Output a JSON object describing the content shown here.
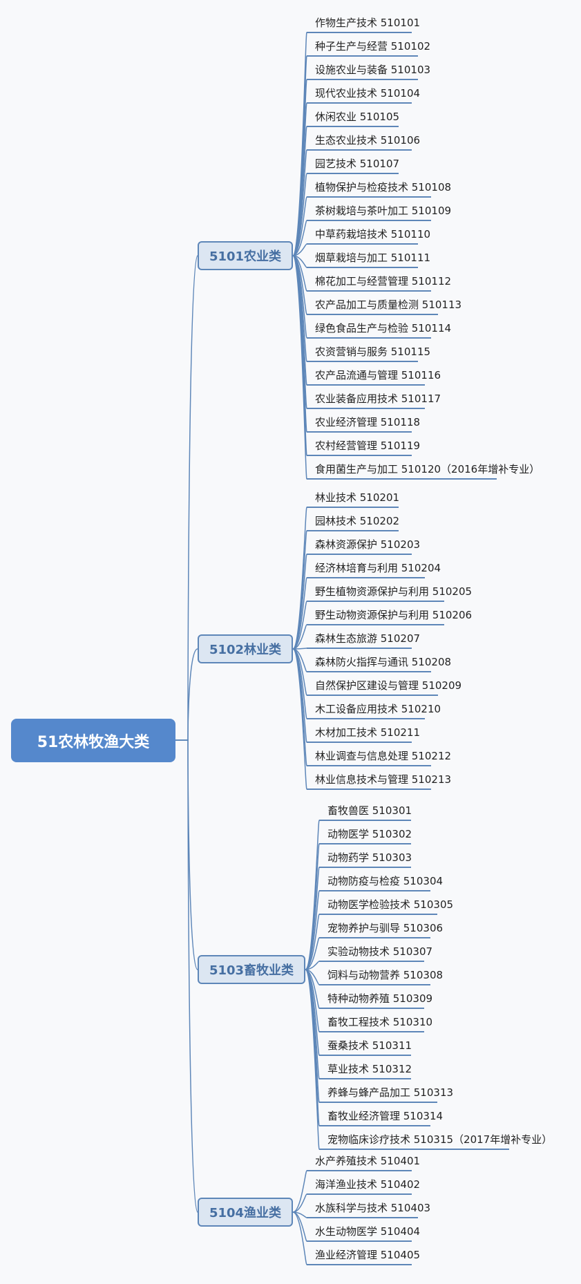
{
  "root": {
    "label": "51农林牧渔大类"
  },
  "colors": {
    "root_bg": "#5588cc",
    "category_bg": "#dce6f2",
    "line": "#5d86b8",
    "category_text": "#466fa2"
  },
  "categories": [
    {
      "label": "5101农业类",
      "items": [
        "作物生产技术 510101",
        "种子生产与经营 510102",
        "设施农业与装备 510103",
        "现代农业技术 510104",
        "休闲农业 510105",
        "生态农业技术 510106",
        "园艺技术 510107",
        "植物保护与检疫技术 510108",
        "茶树栽培与茶叶加工 510109",
        "中草药栽培技术 510110",
        "烟草栽培与加工 510111",
        "棉花加工与经营管理 510112",
        "农产品加工与质量检测 510113",
        "绿色食品生产与检验 510114",
        "农资营销与服务 510115",
        "农产品流通与管理 510116",
        "农业装备应用技术 510117",
        "农业经济管理 510118",
        "农村经营管理 510119",
        "食用菌生产与加工 510120（2016年增补专业）"
      ]
    },
    {
      "label": "5102林业类",
      "items": [
        "林业技术 510201",
        "园林技术 510202",
        "森林资源保护 510203",
        "经济林培育与利用 510204",
        "野生植物资源保护与利用 510205",
        "野生动物资源保护与利用 510206",
        "森林生态旅游 510207",
        "森林防火指挥与通讯 510208",
        "自然保护区建设与管理 510209",
        "木工设备应用技术 510210",
        "木材加工技术 510211",
        "林业调查与信息处理 510212",
        "林业信息技术与管理 510213"
      ]
    },
    {
      "label": "5103畜牧业类",
      "items": [
        "畜牧兽医 510301",
        "动物医学 510302",
        "动物药学 510303",
        "动物防疫与检疫 510304",
        "动物医学检验技术 510305",
        "宠物养护与驯导 510306",
        "实验动物技术 510307",
        "饲料与动物营养 510308",
        "特种动物养殖 510309",
        "畜牧工程技术 510310",
        "蚕桑技术 510311",
        "草业技术 510312",
        "养蜂与蜂产品加工 510313",
        "畜牧业经济管理 510314",
        "宠物临床诊疗技术 510315（2017年增补专业）"
      ]
    },
    {
      "label": "5104渔业类",
      "items": [
        "水产养殖技术 510401",
        "海洋渔业技术 510402",
        "水族科学与技术 510403",
        "水生动物医学 510404",
        "渔业经济管理 510405"
      ]
    }
  ]
}
